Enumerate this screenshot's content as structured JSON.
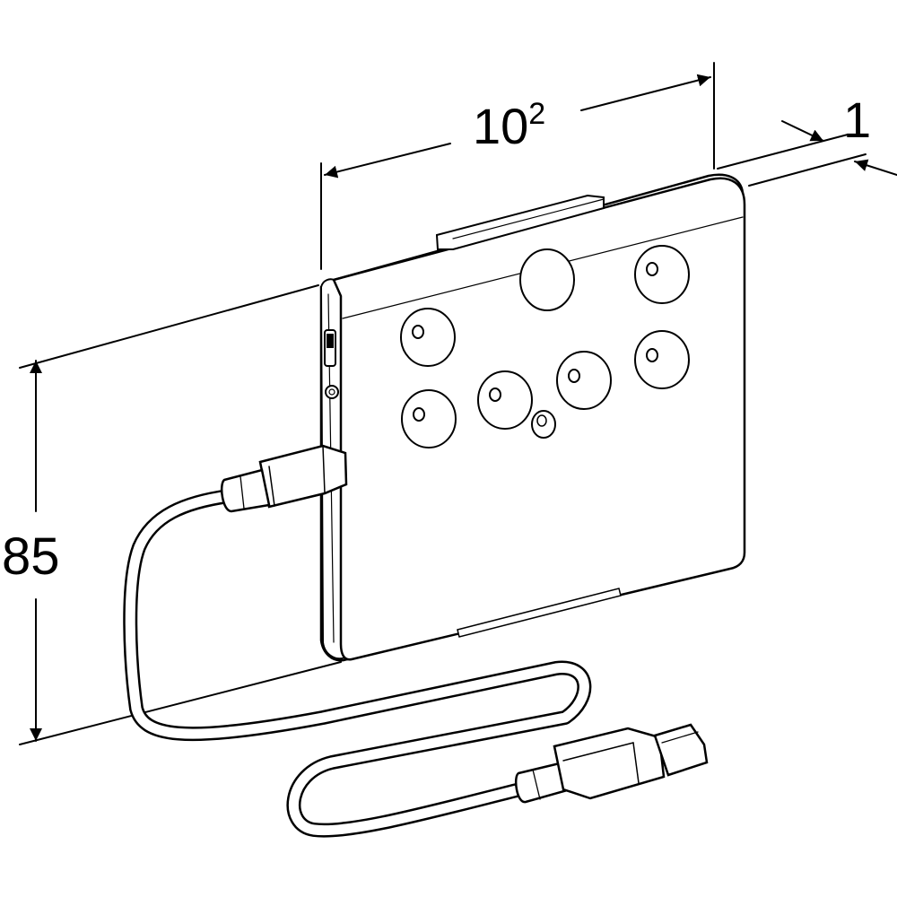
{
  "dimensions": {
    "width": {
      "base": "10",
      "superscript": "2"
    },
    "height": "85",
    "thickness": "1"
  }
}
